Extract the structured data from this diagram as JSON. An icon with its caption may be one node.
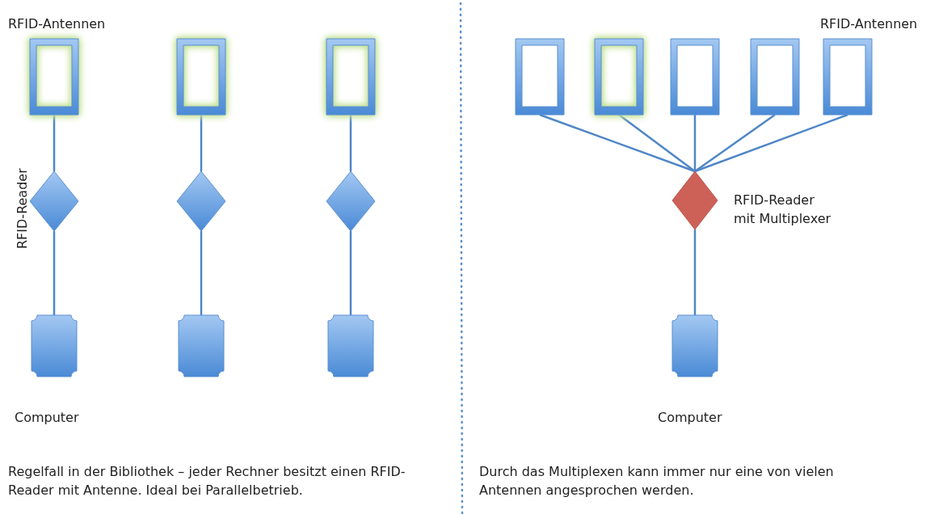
{
  "diagram": {
    "nodes": [
      {
        "text": [],
        "shape": "box"
      },
      {
        "text": [],
        "shape": "box"
      },
      {
        "text": [],
        "shape": "box"
      },
      {
        "text": [],
        "shape": "diamond"
      },
      {
        "text": [],
        "shape": "diamond"
      },
      {
        "text": [],
        "shape": "diamond"
      },
      {
        "text": [],
        "shape": "cylinder",
        "beside": [
          "Computer"
        ]
      },
      {
        "text": [],
        "shape": "cylinder"
      },
      {
        "text": [],
        "shape": "cylinder"
      },
      {
        "text": [],
        "shape": "box"
      },
      {
        "text": [],
        "shape": "box"
      },
      {
        "text": [],
        "shape": "box"
      },
      {
        "text": [],
        "shape": "box"
      },
      {
        "text": [],
        "shape": "box"
      },
      {
        "text": [],
        "shape": "diamond",
        "beside": [
          "RFID-Reader mit Multiplexer"
        ]
      },
      {
        "text": [],
        "shape": "cylinder",
        "beside": [
          "Computer"
        ]
      }
    ],
    "edges": [
      {
        "from": 0,
        "to": 3,
        "arrow": "none"
      },
      {
        "from": 3,
        "to": 6,
        "arrow": "none"
      },
      {
        "from": 1,
        "to": 4,
        "arrow": "none"
      },
      {
        "from": 4,
        "to": 7,
        "arrow": "none"
      },
      {
        "from": 2,
        "to": 5,
        "arrow": "none"
      },
      {
        "from": 5,
        "to": 8,
        "arrow": "none"
      },
      {
        "from": 9,
        "to": 14,
        "arrow": "none"
      },
      {
        "from": 10,
        "to": 14,
        "arrow": "none"
      },
      {
        "from": 11,
        "to": 14,
        "arrow": "none"
      },
      {
        "from": 12,
        "to": 14,
        "arrow": "none"
      },
      {
        "from": 13,
        "to": 14,
        "arrow": "none"
      },
      {
        "from": 14,
        "to": 15,
        "arrow": "none"
      }
    ],
    "labels": [
      "RFID-Antennen",
      "RFID-Antennen",
      "RFID-Reader",
      "Regelfall in der Bibliothek – jeder Rechner besitzt einen RFID-Reader mit Antenne. Ideal bei Parallelbetrieb.",
      "Durch das Multiplexen kann immer nur eine von vielen Antennen angesprochen werden."
    ]
  }
}
